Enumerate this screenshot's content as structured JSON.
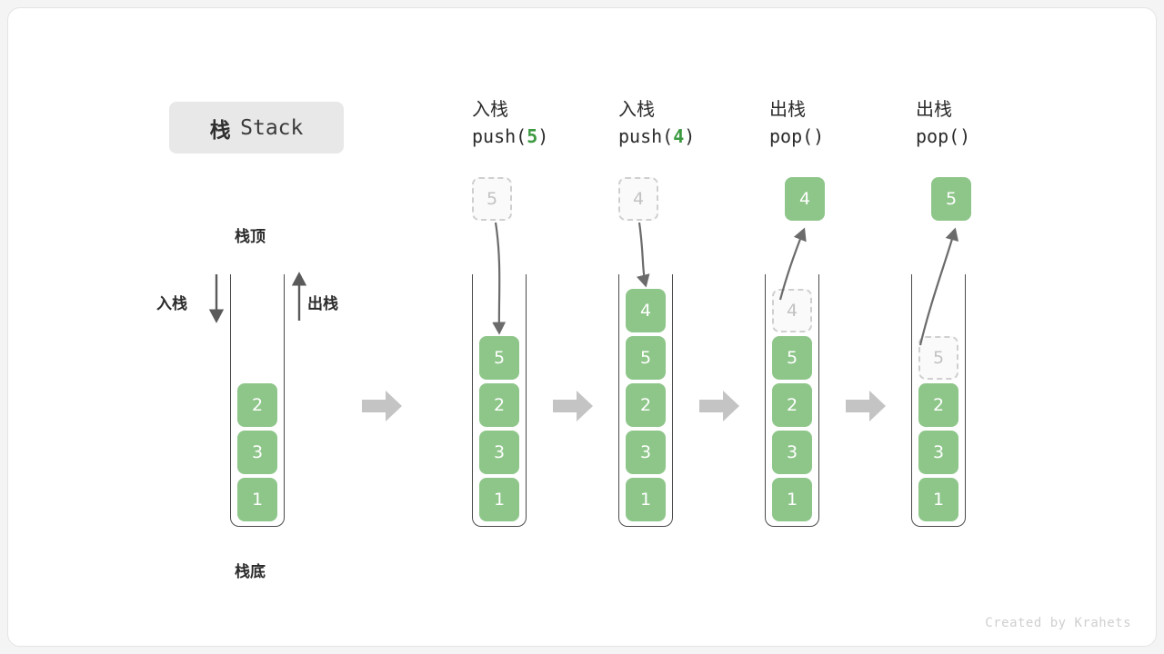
{
  "title": {
    "cn": "栈",
    "en": "Stack"
  },
  "labels": {
    "top": "栈顶",
    "bottom": "栈底",
    "push": "入栈",
    "pop": "出栈"
  },
  "colors": {
    "cell_green": "#8ec68a",
    "cell_text": "#ffffff",
    "ghost_fill": "#fafafa",
    "ghost_border": "#cfcfcf",
    "ghost_text": "#c2c2c2",
    "container_border": "#4a4a4a",
    "arrow_gray": "#6b6b6b",
    "step_arrow": "#c4c4c4",
    "chip_bg": "#e8e8e8",
    "accent_green": "#3c9a41",
    "card_bg": "#ffffff",
    "page_bg": "#f4f4f4"
  },
  "columns": [
    {
      "id": "initial",
      "header_cn": "",
      "header_code_prefix": "",
      "header_code_arg": "",
      "header_code_suffix": "",
      "cells": [
        "2",
        "3",
        "1"
      ],
      "ghost_index": -1,
      "float_cell": null,
      "float_state": "none"
    },
    {
      "id": "push5",
      "header_cn": "入栈",
      "header_code_prefix": "push(",
      "header_code_arg": "5",
      "header_code_suffix": ")",
      "cells": [
        "5",
        "2",
        "3",
        "1"
      ],
      "ghost_index": -1,
      "float_cell": "5",
      "float_state": "ghost"
    },
    {
      "id": "push4",
      "header_cn": "入栈",
      "header_code_prefix": "push(",
      "header_code_arg": "4",
      "header_code_suffix": ")",
      "cells": [
        "4",
        "5",
        "2",
        "3",
        "1"
      ],
      "ghost_index": -1,
      "float_cell": "4",
      "float_state": "ghost"
    },
    {
      "id": "pop4",
      "header_cn": "出栈",
      "header_code_prefix": "pop(",
      "header_code_arg": "",
      "header_code_suffix": ")",
      "cells": [
        "4",
        "5",
        "2",
        "3",
        "1"
      ],
      "ghost_index": 0,
      "float_cell": "4",
      "float_state": "solid"
    },
    {
      "id": "pop5",
      "header_cn": "出栈",
      "header_code_prefix": "pop(",
      "header_code_arg": "",
      "header_code_suffix": ")",
      "cells": [
        "5",
        "2",
        "3",
        "1"
      ],
      "ghost_index": 0,
      "float_cell": "5",
      "float_state": "solid"
    }
  ],
  "credit": "Created by Krahets"
}
